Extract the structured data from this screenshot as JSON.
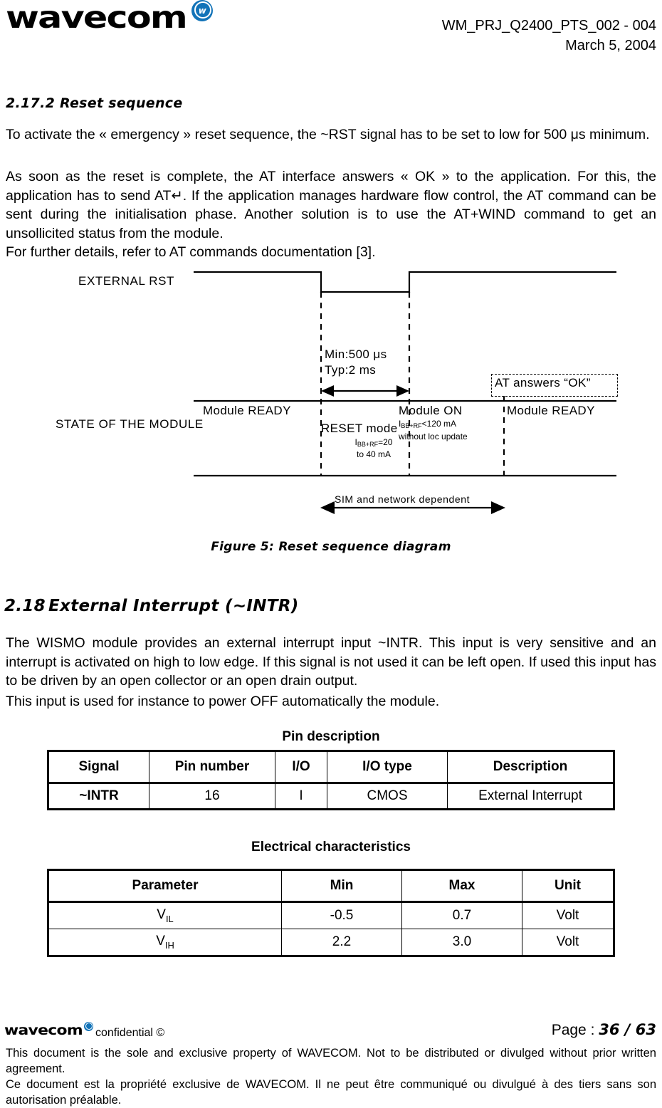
{
  "header": {
    "logo_text": "wavecom",
    "logo_badge_icon": "wavecom-w-badge",
    "doc_ref": "WM_PRJ_Q2400_PTS_002  - 004",
    "doc_date": "March 5, 2004"
  },
  "section_reset": {
    "number": "2.17.2",
    "title": "Reset sequence",
    "paragraphs": [
      "To activate the « emergency » reset sequence, the ~RST signal has to be set to low for 500 μs minimum.",
      "As soon as the reset is complete, the AT interface answers « OK » to the application. For this, the application has to send AT↵. If the application manages hardware flow control, the AT command can be sent during the initialisation phase. Another solution is to use the AT+WIND command to get an unsollicited status from the module.",
      "For further details, refer to AT commands documentation [3]."
    ]
  },
  "diagram": {
    "signal_label": "EXTERNAL RST",
    "state_label": "STATE OF THE MODULE",
    "pulse_min": "Min:500 μs",
    "pulse_typ": "Typ:2 ms",
    "at_answer": "AT answers “OK”",
    "state_ready_before": "Module READY",
    "state_ready_after": "Module READY",
    "state_reset": "RESET mode",
    "state_reset_current_line1": "=20",
    "state_reset_current_line2": "to 40 mA",
    "state_reset_current_sub": "BB+RF",
    "state_on": "Module ON",
    "state_on_current": "<120 mA",
    "state_on_current_sub": "BB+RF",
    "state_on_note": "without loc update",
    "sim_note": "SIM and network dependent",
    "current_symbol": "I"
  },
  "figure_caption": "Figure 5: Reset sequence diagram",
  "section_intr": {
    "number": "2.18",
    "title": "External Interrupt (~INTR)",
    "paragraphs": [
      "The WISMO module provides an external interrupt input ~INTR. This input is very sensitive and an interrupt is activated on high to low edge. If this signal is not used it can be left open. If used this input has to be driven by an open collector or an open drain output.",
      "This input is used for instance to power OFF automatically the module."
    ]
  },
  "pin_table": {
    "title": "Pin description",
    "headers": [
      "Signal",
      "Pin number",
      "I/O",
      "I/O type",
      "Description"
    ],
    "rows": [
      [
        "~INTR",
        "16",
        "I",
        "CMOS",
        "External Interrupt"
      ]
    ]
  },
  "elec_table": {
    "title": "Electrical characteristics",
    "headers": [
      "Parameter",
      "Min",
      "Max",
      "Unit"
    ],
    "rows": [
      {
        "param": "V",
        "param_sub": "IL",
        "min": "-0.5",
        "max": "0.7",
        "unit": "Volt"
      },
      {
        "param": "V",
        "param_sub": "IH",
        "min": "2.2",
        "max": "3.0",
        "unit": "Volt"
      }
    ]
  },
  "footer": {
    "logo_text": "wavecom",
    "confidential": "confidential ©",
    "page_label": "Page : ",
    "page_value": "36 / 63",
    "legal_en": "This document is the sole and exclusive property of WAVECOM. Not to be distributed or divulged without prior written agreement.",
    "legal_fr": "Ce document est la propriété exclusive de WAVECOM. Il ne peut être communiqué ou divulgué à des tiers sans son autorisation préalable."
  },
  "colors": {
    "brand_blue": "#1273b8",
    "ink": "#000000",
    "paper": "#ffffff"
  }
}
